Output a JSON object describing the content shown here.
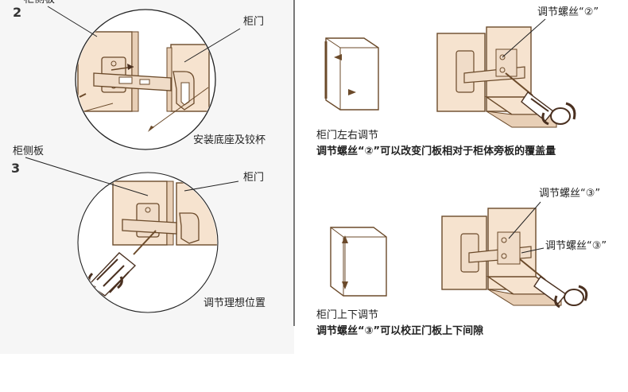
{
  "left": {
    "step2": "2",
    "step3": "3",
    "top_cut_label": "柜侧板",
    "door_label_1": "柜门",
    "install_caption": "安装底座及铰杯",
    "side_panel_label": "柜侧板",
    "door_label_2": "柜门",
    "adjust_caption": "调节理想位置"
  },
  "right": {
    "screw2_label": "调节螺丝“②”",
    "lr_title": "柜门左右调节",
    "lr_desc": "调节螺丝“②”可以改变门板相对于柜体旁板的覆盖量",
    "screw3_label_a": "调节螺丝“③”",
    "screw3_label_b": "调节螺丝“③”",
    "ud_title": "柜门上下调节",
    "ud_desc": "调节螺丝“③”可以校正门板上下间隙"
  },
  "colors": {
    "panel_fill": "#f6e3cf",
    "panel_stroke": "#6b4a2a",
    "hinge_fill": "#f0dcc8",
    "screwdriver_dark": "#4a3020",
    "bg_left": "#f6f6f6"
  }
}
